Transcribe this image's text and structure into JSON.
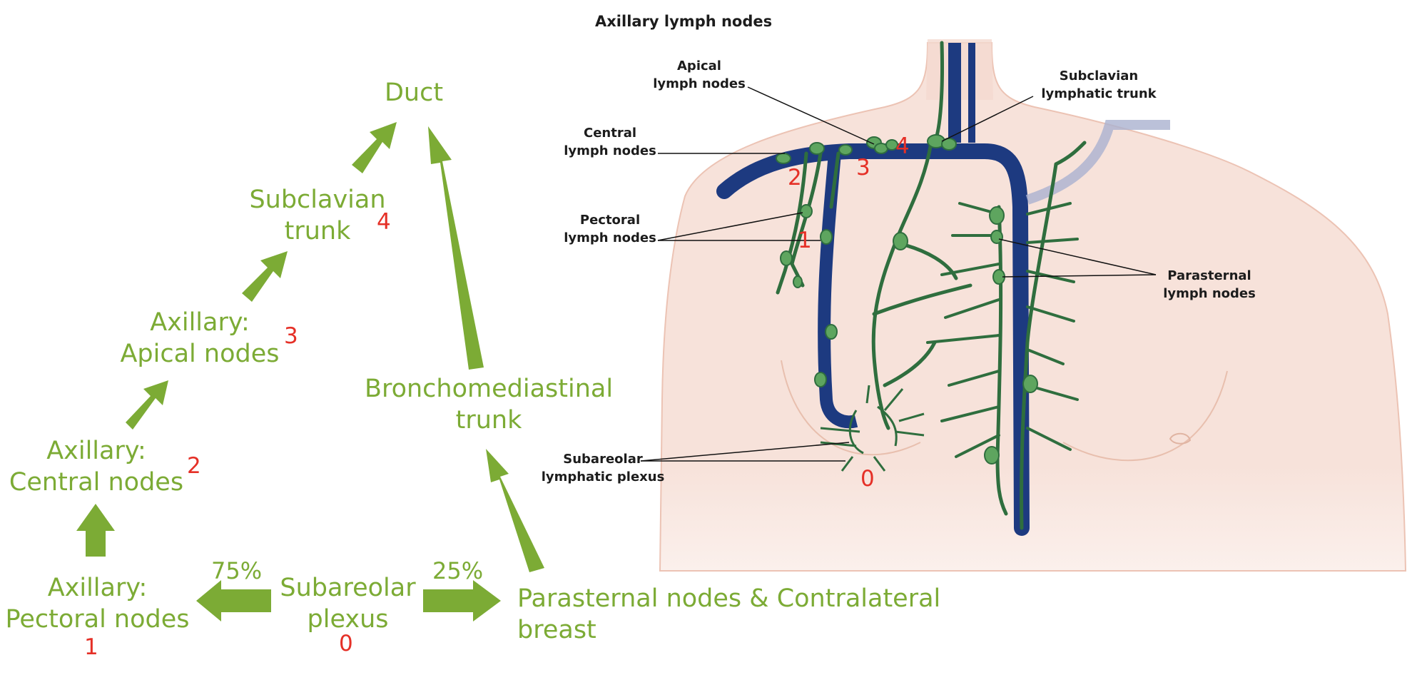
{
  "colors": {
    "flow_green": "#7cab35",
    "number_red": "#e53027",
    "skin": "#f6dfd6",
    "vein_blue": "#1d3a80",
    "lymph_green": "#2f6e3e",
    "node_green": "#5ea55f"
  },
  "flowchart": {
    "duct": "Duct",
    "subclavian": "Subclavian\ntrunk",
    "apical": "Axillary:\nApical nodes",
    "central": "Axillary:\nCentral nodes",
    "pectoral": "Axillary:\nPectoral nodes",
    "subareolar": "Subareolar\nplexus",
    "bronchomediastinal": "Bronchomediastinal\ntrunk",
    "parasternal": "Parasternal nodes & Contralateral breast",
    "pct_left": "75%",
    "pct_right": "25%",
    "num_subclavian": "4",
    "num_apical": "3",
    "num_central": "2",
    "num_pectoral": "1",
    "num_subareolar": "0"
  },
  "anatomy": {
    "title": "Axillary lymph nodes",
    "apical_label": "Apical\nlymph nodes",
    "central_label": "Central\nlymph nodes",
    "pectoral_label": "Pectoral\nlymph nodes",
    "subareolar_label": "Subareolar\nlymphatic plexus",
    "subclavian_label": "Subclavian\nlymphatic trunk",
    "parasternal_label": "Parasternal\nlymph nodes",
    "num_4": "4",
    "num_3": "3",
    "num_2": "2",
    "num_1": "1",
    "num_0": "0"
  }
}
